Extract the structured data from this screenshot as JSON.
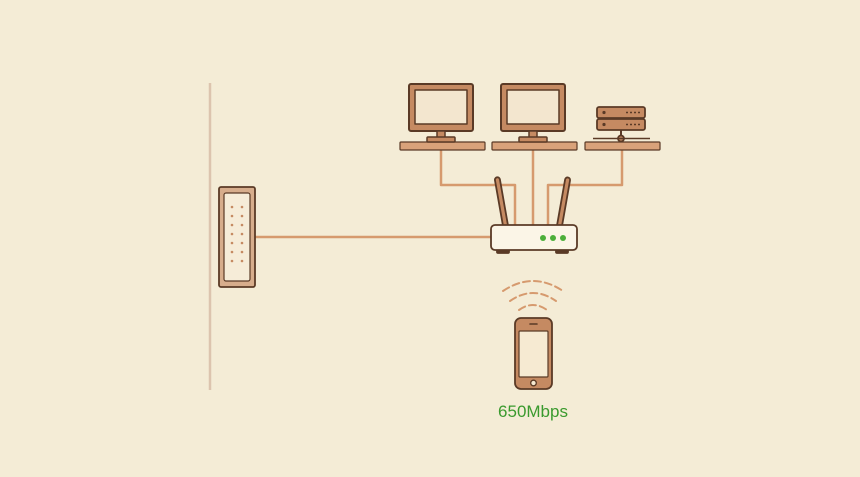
{
  "diagram": {
    "nodes": [
      {
        "id": "wall-jack",
        "icon": "wall-outlet-icon"
      },
      {
        "id": "router",
        "icon": "router-icon",
        "status_leds": 3
      },
      {
        "id": "computer-1",
        "icon": "monitor-icon"
      },
      {
        "id": "computer-2",
        "icon": "monitor-icon"
      },
      {
        "id": "server",
        "icon": "server-icon"
      },
      {
        "id": "phone",
        "icon": "smartphone-icon"
      }
    ],
    "links": [
      {
        "from": "wall-jack",
        "to": "router",
        "type": "wired"
      },
      {
        "from": "computer-1",
        "to": "router",
        "type": "wired"
      },
      {
        "from": "computer-2",
        "to": "router",
        "type": "wired"
      },
      {
        "from": "server",
        "to": "router",
        "type": "wired"
      },
      {
        "from": "router",
        "to": "phone",
        "type": "wireless"
      }
    ],
    "wifi_speed": "650Mbps"
  },
  "colors": {
    "background": "#f4ecd6",
    "device_fill": "#c58a62",
    "device_outline": "#5a3a26",
    "cable": "#d69a6e",
    "wall_line": "#dcc4ae",
    "led": "#4caf3a",
    "speed_text": "#3a9a2e"
  }
}
